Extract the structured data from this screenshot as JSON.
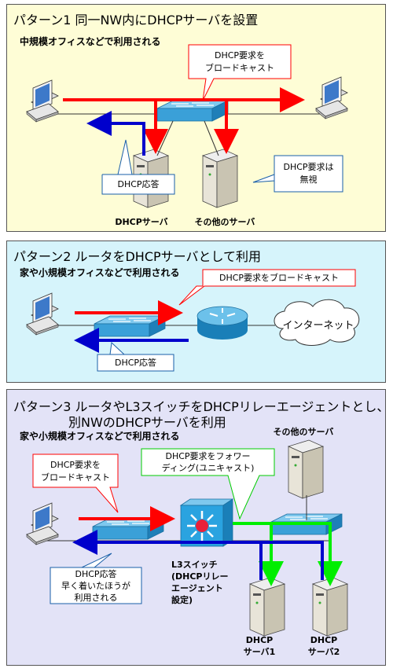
{
  "panel1": {
    "title": "パターン1 同一NW内にDHCPサーバを設置",
    "subtitle": "中規模オフィスなどで利用される",
    "callout_request_1": "DHCP要求を",
    "callout_request_2": "ブロードキャスト",
    "callout_response": "DHCP応答",
    "callout_ignore_1": "DHCP要求は",
    "callout_ignore_2": "無視",
    "label_dhcp_server": "DHCPサーバ",
    "label_other_server": "その他のサーバ"
  },
  "panel2": {
    "title": "パターン2 ルータをDHCPサーバとして利用",
    "subtitle": "家や小規模オフィスなどで利用される",
    "callout_request": "DHCP要求をブロードキャスト",
    "callout_response": "DHCP応答",
    "cloud_label": "インターネット"
  },
  "panel3": {
    "title_line1": "パターン3 ルータやL3スイッチをDHCPリレーエージェントとし、",
    "title_line2": "別NWのDHCPサーバを利用",
    "subtitle": "家や小規模オフィスなどで利用される",
    "callout_request_1": "DHCP要求を",
    "callout_request_2": "ブロードキャスト",
    "callout_forward_1": "DHCP要求をフォワー",
    "callout_forward_2": "ディング(ユニキャスト)",
    "callout_response_1": "DHCP応答",
    "callout_response_2": "早く着いたほうが",
    "callout_response_3": "利用される",
    "label_other_server": "その他のサーバ",
    "label_l3_1": "L3スイッチ",
    "label_l3_2": "(DHCPリレー",
    "label_l3_3": "エージェント",
    "label_l3_4": "設定)",
    "label_server1_1": "DHCP",
    "label_server1_2": "サーバ1",
    "label_server2_1": "DHCP",
    "label_server2_2": "サーバ2"
  },
  "colors": {
    "request_arrow": "#ff0000",
    "response_arrow": "#0000cc",
    "forward_arrow": "#00ee00",
    "switch_blue": "#3aa0d8"
  }
}
